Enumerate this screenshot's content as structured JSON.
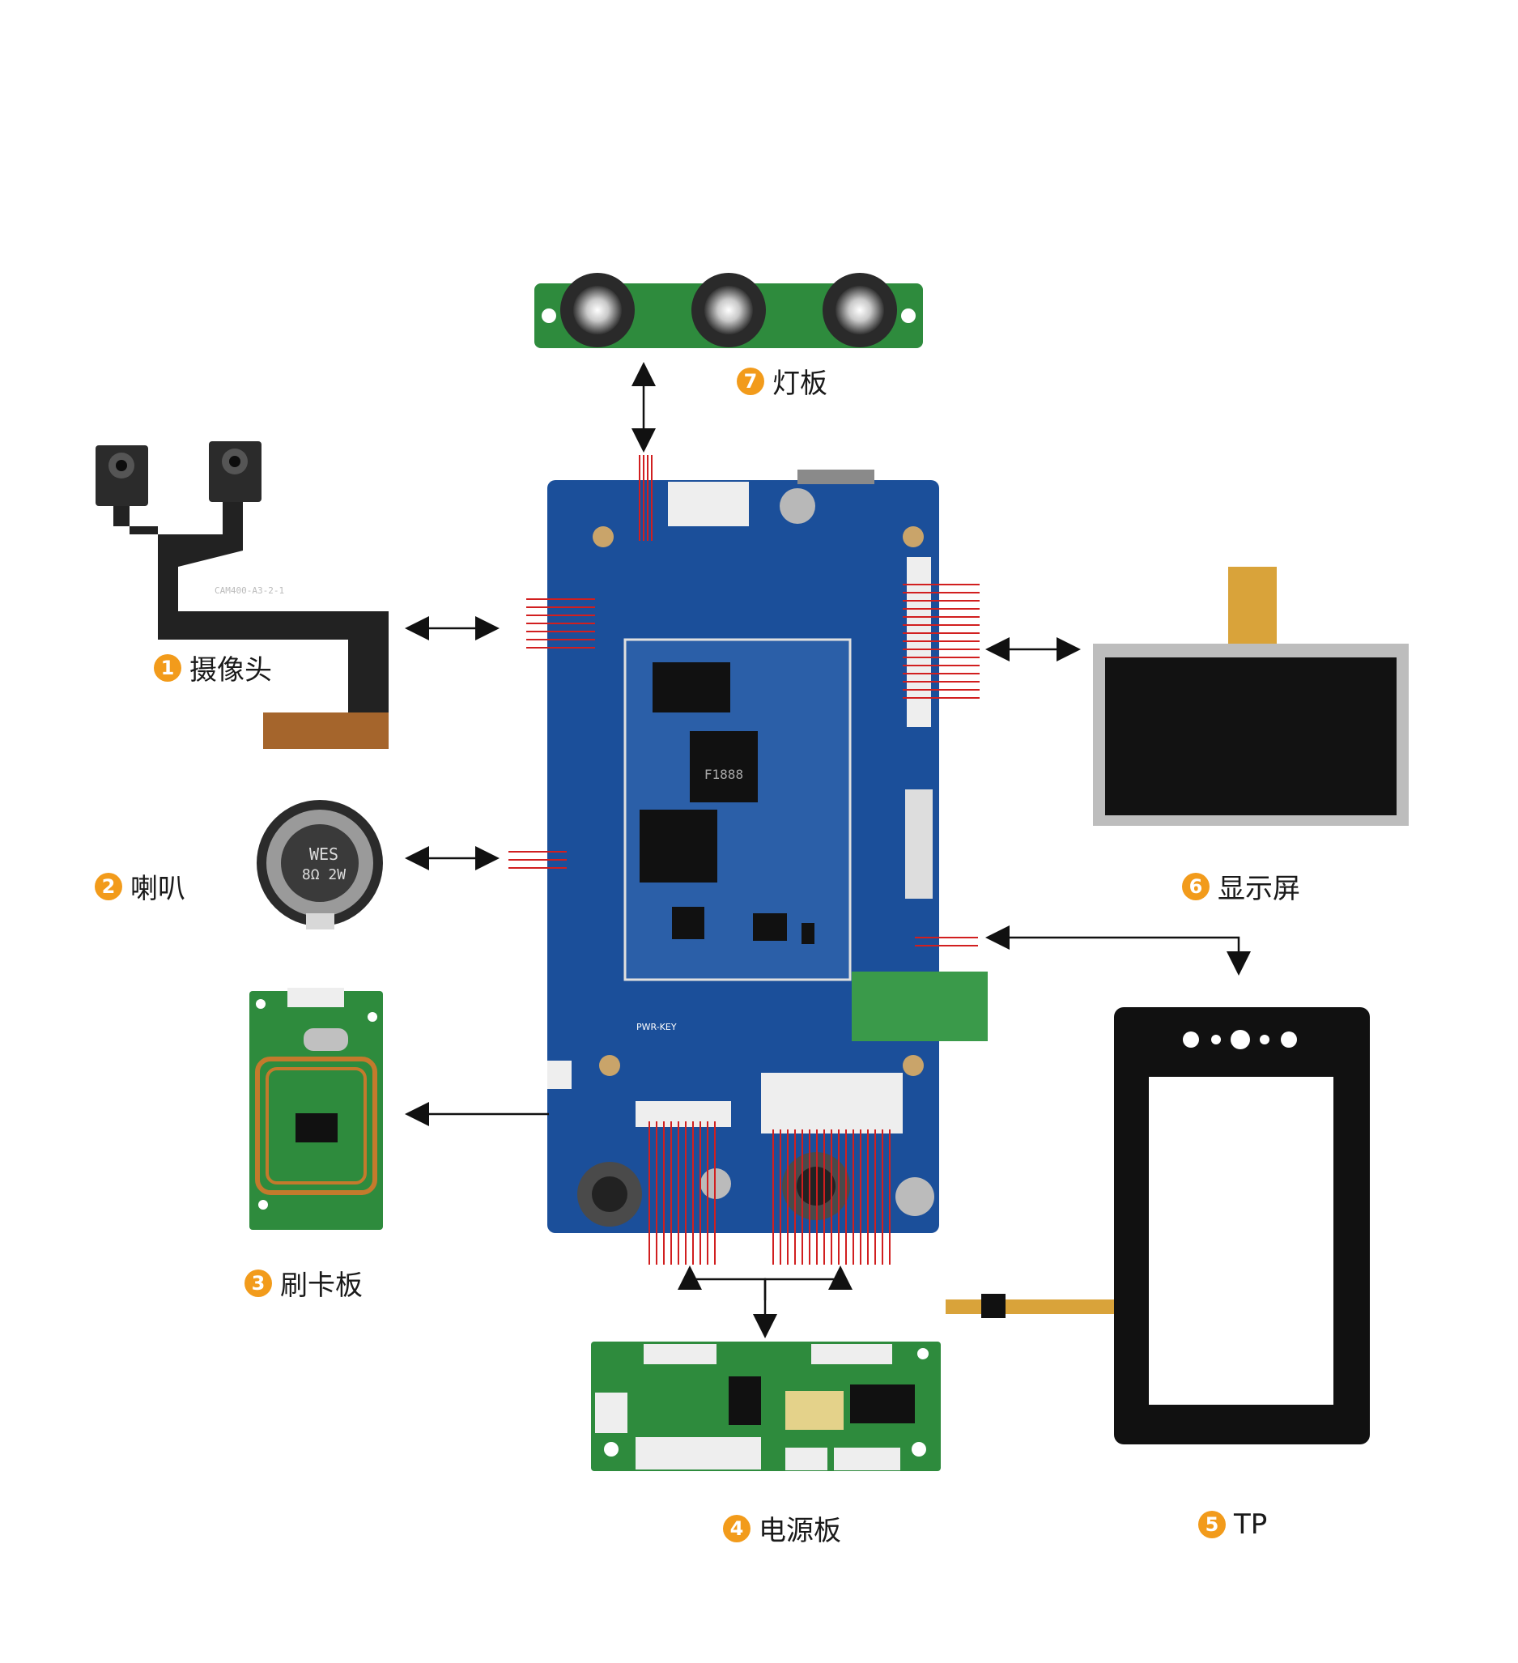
{
  "components": [
    {
      "num": "1",
      "label": "摄像头"
    },
    {
      "num": "2",
      "label": "喇叭"
    },
    {
      "num": "3",
      "label": "刷卡板"
    },
    {
      "num": "4",
      "label": "电源板"
    },
    {
      "num": "5",
      "label": "TP"
    },
    {
      "num": "6",
      "label": "显示屏"
    },
    {
      "num": "7",
      "label": "灯板"
    }
  ],
  "printed_text": {
    "camera_part_no": "CAM400-A3-2-1",
    "speaker_brand": "WES",
    "speaker_spec": "8Ω 2W",
    "mainboard_key": "PWR-KEY",
    "chip_mark": "F1888"
  },
  "colors": {
    "badge": "#f29b1b",
    "pcb_blue": "#1b4f9a",
    "pcb_green": "#2e8b3d",
    "wire_red": "#d11f1f",
    "arrow": "#111111"
  }
}
